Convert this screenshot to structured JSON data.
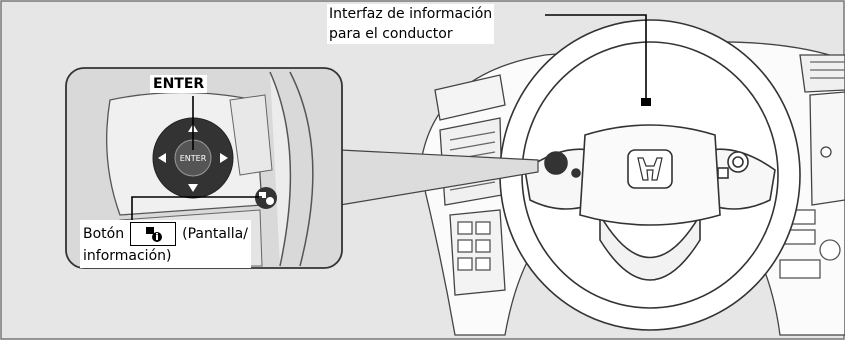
{
  "labels": {
    "driver_info_line1": "Interfaz de información",
    "driver_info_line2": "para el conductor",
    "enter_label": "ENTER",
    "enter_pad_text": "ENTER",
    "button_label_prefix": "Botón",
    "button_label_suffix": "(Pantalla/",
    "button_label_line2": "información)"
  },
  "icons": {
    "dpad_up": "triangle-up",
    "dpad_down": "triangle-down",
    "dpad_left": "triangle-left",
    "dpad_right": "triangle-right",
    "display_info_button": "phone-info-icon",
    "honda_logo": "H-emblem"
  },
  "colors": {
    "background": "#e6e6e6",
    "panel": "#ffffff",
    "line": "#000000",
    "dark": "#333333",
    "inset_fill": "#d9d9d9"
  }
}
